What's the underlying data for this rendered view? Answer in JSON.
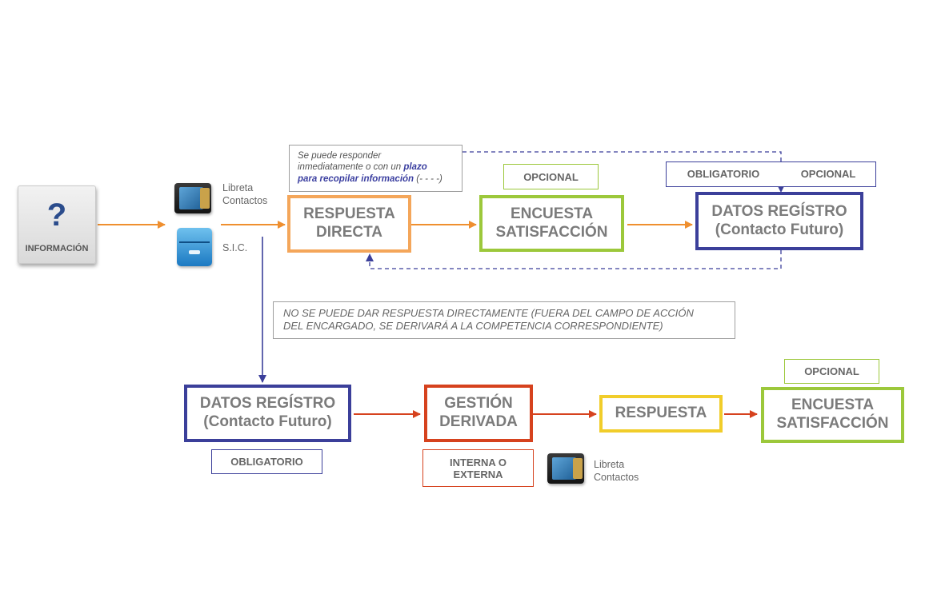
{
  "info": {
    "symbol": "?",
    "label": "INFORMACIÓN"
  },
  "channels": {
    "libreta": {
      "line1": "Libreta",
      "line2": "Contactos"
    },
    "sic": "S.I.C."
  },
  "note_top": {
    "line1": "Se puede responder",
    "line2_pre": "inmediatamente o con un ",
    "line2_hl": "plazo",
    "line3_hl": "para recopilar información",
    "line3_post": " (- - - -)"
  },
  "note_middle": {
    "line1": "NO SE PUEDE DAR RESPUESTA DIRECTAMENTE (FUERA DEL CAMPO DE ACCIÓN",
    "line2": "DEL ENCARGADO, SE DERIVARÁ A LA COMPETENCIA CORRESPONDIENTE)"
  },
  "top_flow": {
    "respuesta_directa": [
      "RESPUESTA",
      "DIRECTA"
    ],
    "encuesta": [
      "ENCUESTA",
      "SATISFACCIÓN"
    ],
    "datos": [
      "DATOS REGÍSTRO",
      "(Contacto Futuro)"
    ],
    "tag_opcional": "OPCIONAL",
    "tag_obligatorio": "OBLIGATORIO",
    "tag_opcional_2": "OPCIONAL"
  },
  "bottom_flow": {
    "datos": [
      "DATOS REGÍSTRO",
      "(Contacto Futuro)"
    ],
    "tag_obligatorio": "OBLIGATORIO",
    "gestion": [
      "GESTIÓN",
      "DERIVADA"
    ],
    "tag_interna": [
      "INTERNA O",
      "EXTERNA"
    ],
    "respuesta": "RESPUESTA",
    "encuesta": [
      "ENCUESTA",
      "SATISFACCIÓN"
    ],
    "tag_opcional": "OPCIONAL",
    "libreta": {
      "line1": "Libreta",
      "line2": "Contactos"
    }
  },
  "colors": {
    "orange": "#f4a65a",
    "green": "#9cc83b",
    "navy": "#3b3f9a",
    "red": "#d6421e",
    "yellow": "#f1cd2a",
    "arrow_orange": "#ef8f2f",
    "arrow_red": "#d6421e",
    "arrow_navy": "#3b3f9a"
  }
}
